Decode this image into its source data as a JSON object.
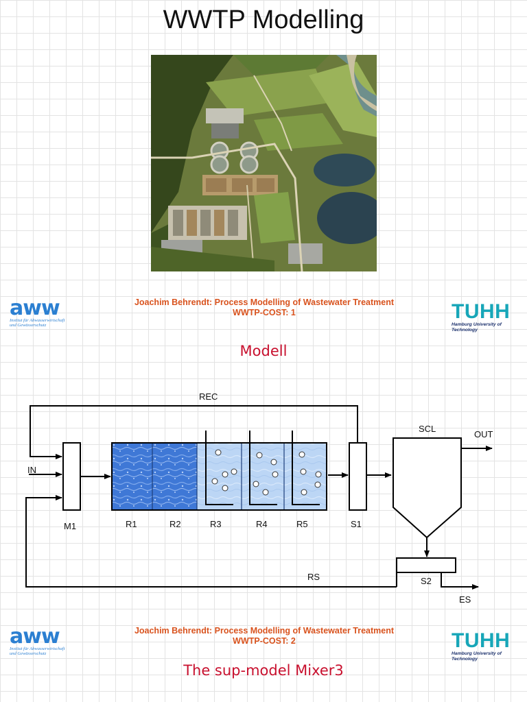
{
  "slide1": {
    "title": "WWTP Modelling",
    "photo_alt": "Aerial view of wastewater treatment plant",
    "footer_line1": "Joachim Behrendt: Process Modelling of Wastewater Treatment",
    "footer_line2": "WWTP-COST: 1"
  },
  "slide2": {
    "heading": "Modell",
    "diagram": {
      "labels": {
        "rec": "REC",
        "in": "IN",
        "m1": "M1",
        "r1": "R1",
        "r2": "R2",
        "r3": "R3",
        "r4": "R4",
        "r5": "R5",
        "s1": "S1",
        "scl": "SCL",
        "out": "OUT",
        "rs": "RS",
        "s2": "S2",
        "es": "ES"
      }
    },
    "footer_line1": "Joachim Behrendt: Process Modelling of Wastewater Treatment",
    "footer_line2": "WWTP-COST: 2"
  },
  "slide3": {
    "heading": "The sup-model Mixer3"
  },
  "logos": {
    "aww_word": "aww",
    "aww_sub1": "Institut für Abwasserwirtschaft",
    "aww_sub2": "und Gewässerschutz",
    "tuhh_word": "TUHH",
    "tuhh_sub": "Hamburg University of Technology"
  },
  "colors": {
    "footer": "#d9531e",
    "heading": "#c8102e",
    "aww": "#2b7fd1",
    "tuhh": "#17a6b8",
    "water": "#3f78d6"
  }
}
